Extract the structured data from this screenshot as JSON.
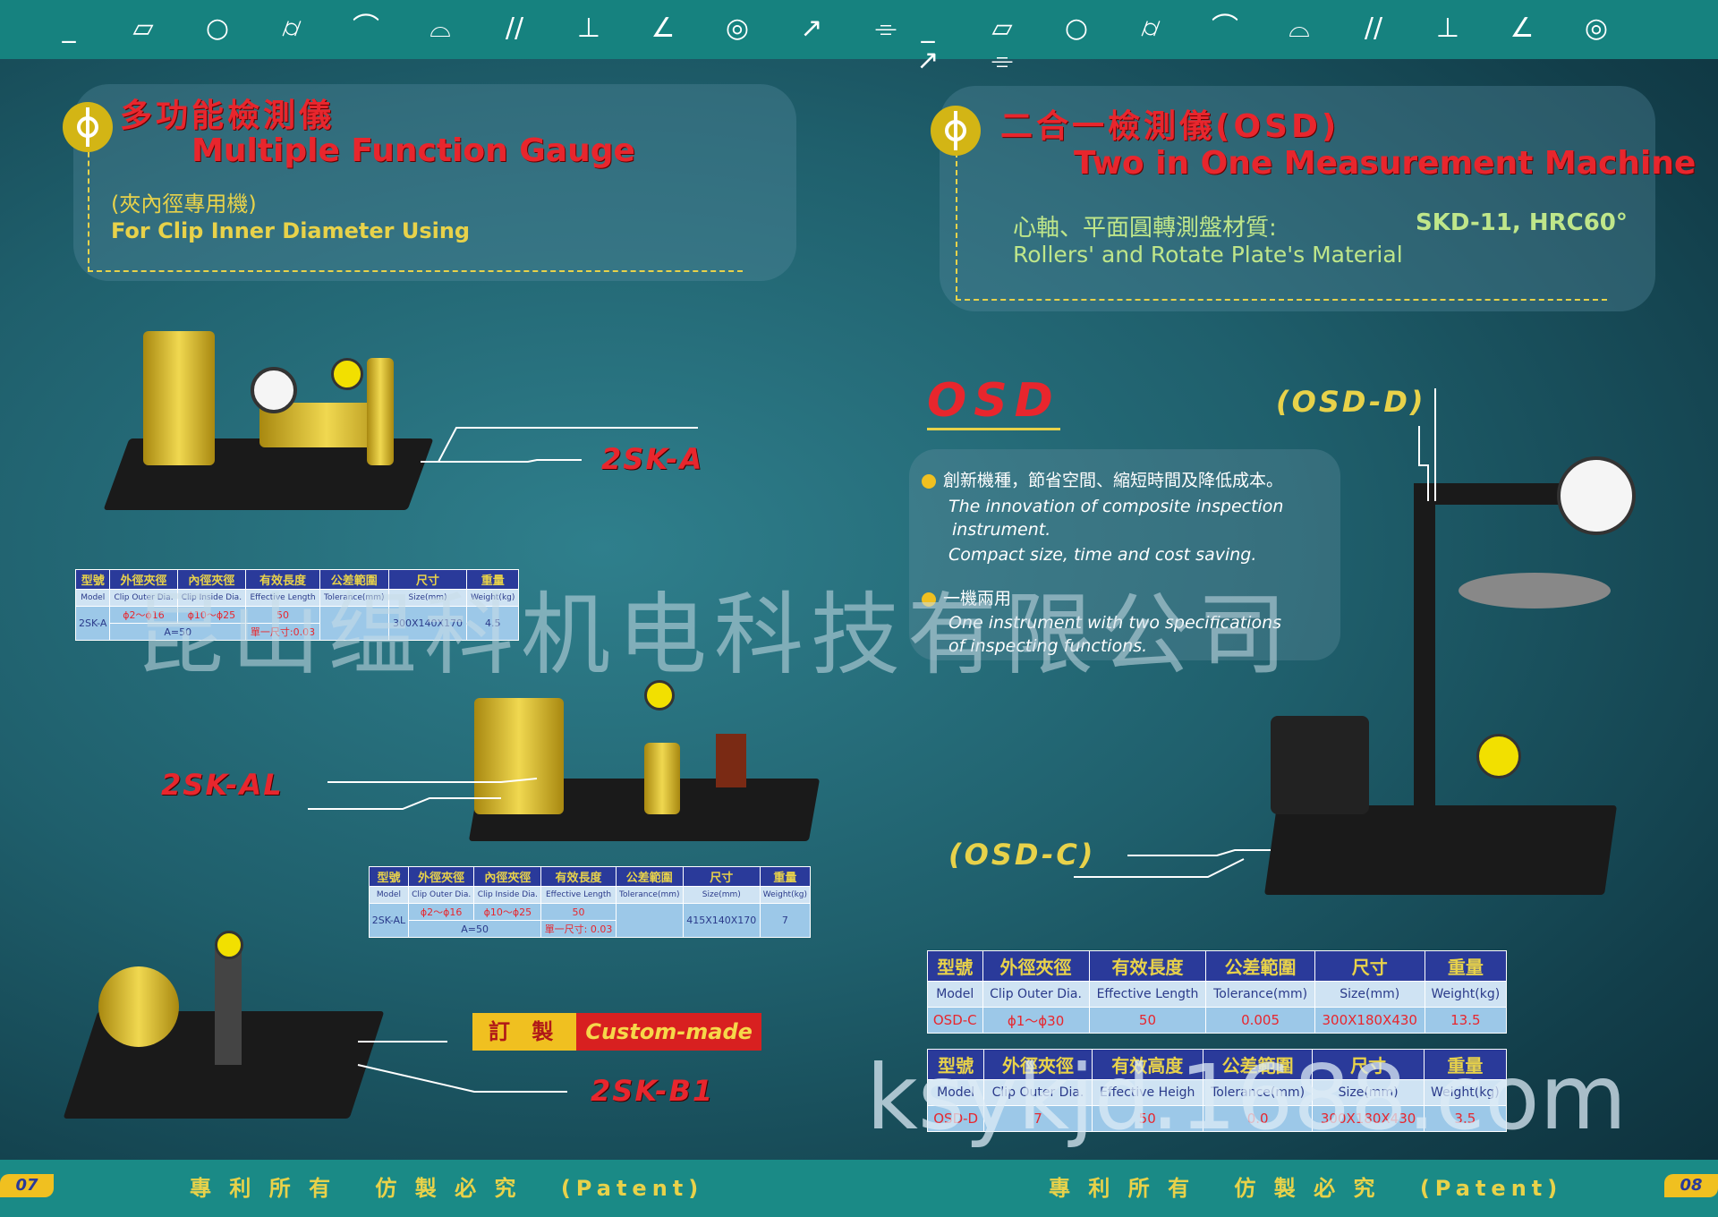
{
  "symbols_row": [
    "_",
    "▱",
    "○",
    "⌭",
    "⌒",
    "⌓",
    "//",
    "⊥",
    "∠",
    "◎",
    "↗",
    "⌯"
  ],
  "left": {
    "title_cn": "多功能檢測儀",
    "title_en": "Multiple Function Gauge",
    "sub_cn": "(夾內徑專用機)",
    "sub_en": "For Clip Inner Diameter Using",
    "models": {
      "a": "2SK-A",
      "al": "2SK-AL",
      "b1": "2SK-B1"
    },
    "table_a": {
      "headers": [
        "型號",
        "外徑夾徑",
        "內徑夾徑",
        "有效長度",
        "公差範圍",
        "尺寸",
        "重量"
      ],
      "sub": [
        "Model",
        "Clip Outer Dia.",
        "Clip Inside Dia.",
        "Effective Length",
        "Tolerance(mm)",
        "Size(mm)",
        "Weight(kg)"
      ],
      "model": "2SK-A",
      "outer": "ϕ2～ϕ16",
      "inner": "ϕ10～ϕ25",
      "length": "50",
      "a_val": "A=50",
      "tol": "單一尺寸:0.03",
      "size": "300X140X170",
      "weight": "4.5"
    },
    "table_al": {
      "headers": [
        "型號",
        "外徑夾徑",
        "內徑夾徑",
        "有效長度",
        "公差範圍",
        "尺寸",
        "重量"
      ],
      "sub": [
        "Model",
        "Clip Outer Dia.",
        "Clip Inside Dia.",
        "Effective Length",
        "Tolerance(mm)",
        "Size(mm)",
        "Weight(kg)"
      ],
      "model": "2SK-AL",
      "outer": "ϕ2～ϕ16",
      "inner": "ϕ10～ϕ25",
      "length": "50",
      "a_val": "A=50",
      "tol": "單一尺寸: 0.03",
      "size": "415X140X170",
      "weight": "7"
    },
    "custom_cn": "訂 製",
    "custom_en": "Custom-made"
  },
  "right": {
    "title_cn": "二合一檢測儀(OSD)",
    "title_en": "Two in One Measurement Machine",
    "mat_cn": "心軸、平面圓轉測盤材質:",
    "mat_en": "Rollers' and Rotate Plate's Material",
    "mat_val": "SKD-11, HRC60°",
    "osd": "OSD",
    "osd_d": "(OSD-D)",
    "osd_c": "(OSD-C)",
    "feat1_cn": "創新機種，節省空間、縮短時間及降低成本。",
    "feat1_en1": "The innovation of composite inspection",
    "feat1_en2": "instrument.",
    "feat1_en3": "Compact size, time and cost saving.",
    "feat2_cn": "一機兩用",
    "feat2_en1": "One instrument with two specifications",
    "feat2_en2": "of inspecting functions.",
    "table_c": {
      "headers": [
        "型號",
        "外徑夾徑",
        "有效長度",
        "公差範圍",
        "尺寸",
        "重量"
      ],
      "sub": [
        "Model",
        "Clip Outer Dia.",
        "Effective Length",
        "Tolerance(mm)",
        "Size(mm)",
        "Weight(kg)"
      ],
      "row": [
        "OSD-C",
        "ϕ1～ϕ30",
        "50",
        "0.005",
        "300X180X430",
        "13.5"
      ]
    },
    "table_d": {
      "headers": [
        "型號",
        "外徑夾徑",
        "有效高度",
        "公差範圍",
        "尺寸",
        "重量"
      ],
      "sub": [
        "Model",
        "Clip Outer Dia.",
        "Effective Heigh",
        "Tolerance(mm)",
        "Size(mm)",
        "Weight(kg)"
      ],
      "row": [
        "OSD-D",
        "7",
        "50",
        "0.0",
        "300X180X430",
        "3.5"
      ]
    }
  },
  "footer": {
    "page_left": "07",
    "page_right": "08",
    "patent": "專 利 所 有　 仿 製 必 究　 (Patent)"
  },
  "watermark_cn": "昆山缊科机电科技有限公司",
  "watermark_url": "ksykjd.1688.com"
}
